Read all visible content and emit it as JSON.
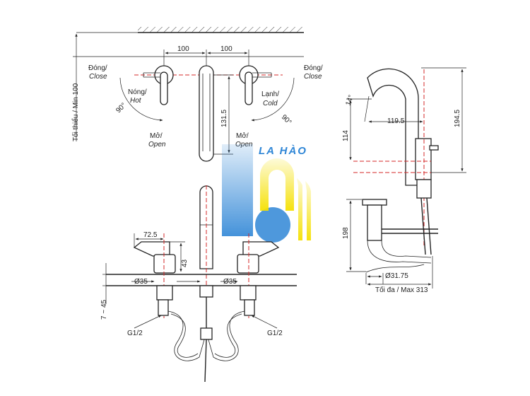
{
  "top_view": {
    "spacing_left": "100",
    "spacing_right": "100",
    "min_height": "Tối thiểu / Min 100",
    "close_left": [
      "Đóng/",
      "Close"
    ],
    "close_right": [
      "Đóng/",
      "Close"
    ],
    "hot": [
      "Nóng/",
      "Hot"
    ],
    "cold": [
      "Lạnh/",
      "Cold"
    ],
    "open_left": [
      "Mở/",
      "Open"
    ],
    "open_right": [
      "Mở/",
      "Open"
    ],
    "angle_left": "90°",
    "angle_right": "90°",
    "spout_height": "131.5"
  },
  "front_view": {
    "lever_reach": "72.5",
    "lever_height": "43",
    "dia_left": "Ø35",
    "dia_right": "Ø35",
    "deck_thickness": "7 ~ 45",
    "thread_left": "G1/2",
    "thread_right": "G1/2"
  },
  "side_view": {
    "angle": "14°",
    "spout_reach": "119.5",
    "outlet_height": "114",
    "total_height": "194.5",
    "drain_length": "198",
    "drain_dia": "Ø31.75",
    "max_length": "Tối đa / Max 313"
  },
  "watermark": {
    "text": "LA HÀO",
    "colors": {
      "blue": "#2f86d6",
      "yellow": "#f5e000"
    }
  }
}
